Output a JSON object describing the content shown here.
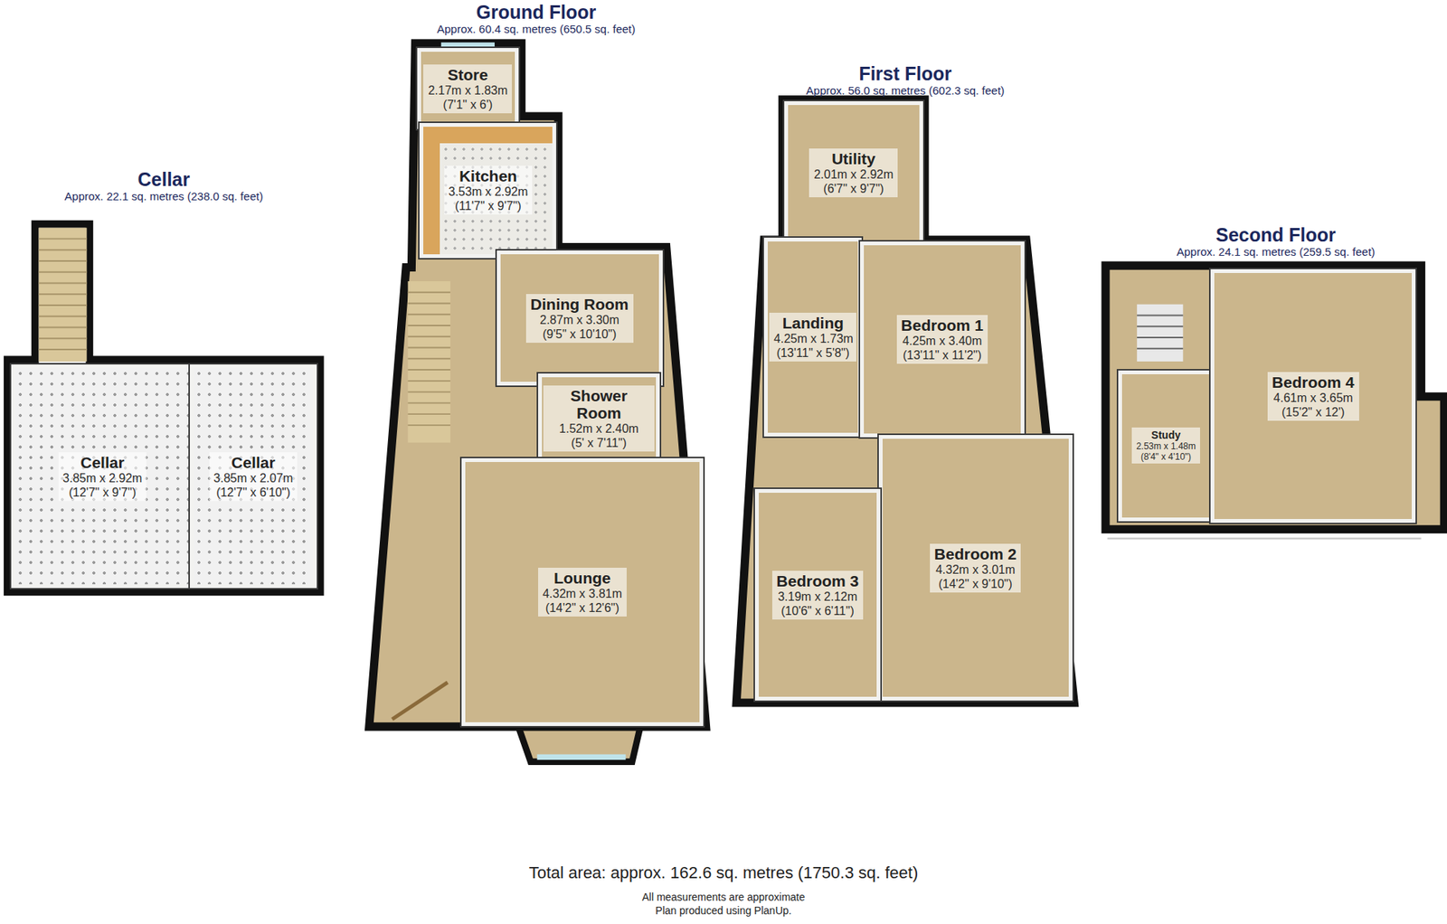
{
  "diagram": {
    "caption": "Total area: approx. 162.6 sq. metres (1750.3 sq. feet)",
    "nodes": [
      {
        "text": [
          "Cellar",
          "Approx. 22.1 sq. metres (238.0 sq. feet)"
        ]
      },
      {
        "text": [
          "Cellar",
          "3.85m x 2.92m",
          "(12'7\" x 9'7\")"
        ],
        "in": 0
      },
      {
        "text": [
          "Cellar",
          "3.85m x 2.07m",
          "(12'7\" x 6'10\")"
        ],
        "in": 0
      },
      {
        "text": [
          "Ground Floor",
          "Approx. 60.4 sq. metres (650.5 sq. feet)"
        ]
      },
      {
        "text": [
          "Store",
          "2.17m x 1.83m",
          "(7'1\" x 6')"
        ],
        "in": 3
      },
      {
        "text": [
          "Kitchen",
          "3.53m x 2.92m",
          "(11'7\" x 9'7\")"
        ],
        "in": 3
      },
      {
        "text": [
          "Dining Room",
          "2.87m x 3.30m",
          "(9'5\" x 10'10\")"
        ],
        "in": 3
      },
      {
        "text": [
          "Shower Room",
          "1.52m x 2.40m",
          "(5' x 7'11\")"
        ],
        "in": 3
      },
      {
        "text": [
          "Lounge",
          "4.32m x 3.81m",
          "(14'2\" x 12'6\")"
        ],
        "in": 3
      },
      {
        "text": [
          "First Floor",
          "Approx. 56.0 sq. metres (602.3 sq. feet)"
        ]
      },
      {
        "text": [
          "Utility",
          "2.01m x 2.92m",
          "(6'7\" x 9'7\")"
        ],
        "in": 9
      },
      {
        "text": [
          "Landing",
          "4.25m x 1.73m",
          "(13'11\" x 5'8\")"
        ],
        "in": 9
      },
      {
        "text": [
          "Bedroom 1",
          "4.25m x 3.40m",
          "(13'11\" x 11'2\")"
        ],
        "in": 9
      },
      {
        "text": [
          "Bedroom 2",
          "4.32m x 3.01m",
          "(14'2\" x 9'10\")"
        ],
        "in": 9
      },
      {
        "text": [
          "Bedroom 3",
          "3.19m x 2.12m",
          "(10'6\" x 6'11\")"
        ],
        "in": 9
      },
      {
        "text": [
          "Second Floor",
          "Approx. 24.1 sq. metres (259.5 sq. feet)"
        ]
      },
      {
        "text": [
          "Study",
          "2.53m x 1.48m",
          "(8'4\" x 4'10\")"
        ],
        "in": 15
      },
      {
        "text": [
          "Bedroom 4",
          "4.61m x 3.65m",
          "(15'2\" x 12')"
        ],
        "in": 15
      }
    ],
    "labels": [
      "All measurements are approximate",
      "Plan produced using PlanUp."
    ]
  }
}
